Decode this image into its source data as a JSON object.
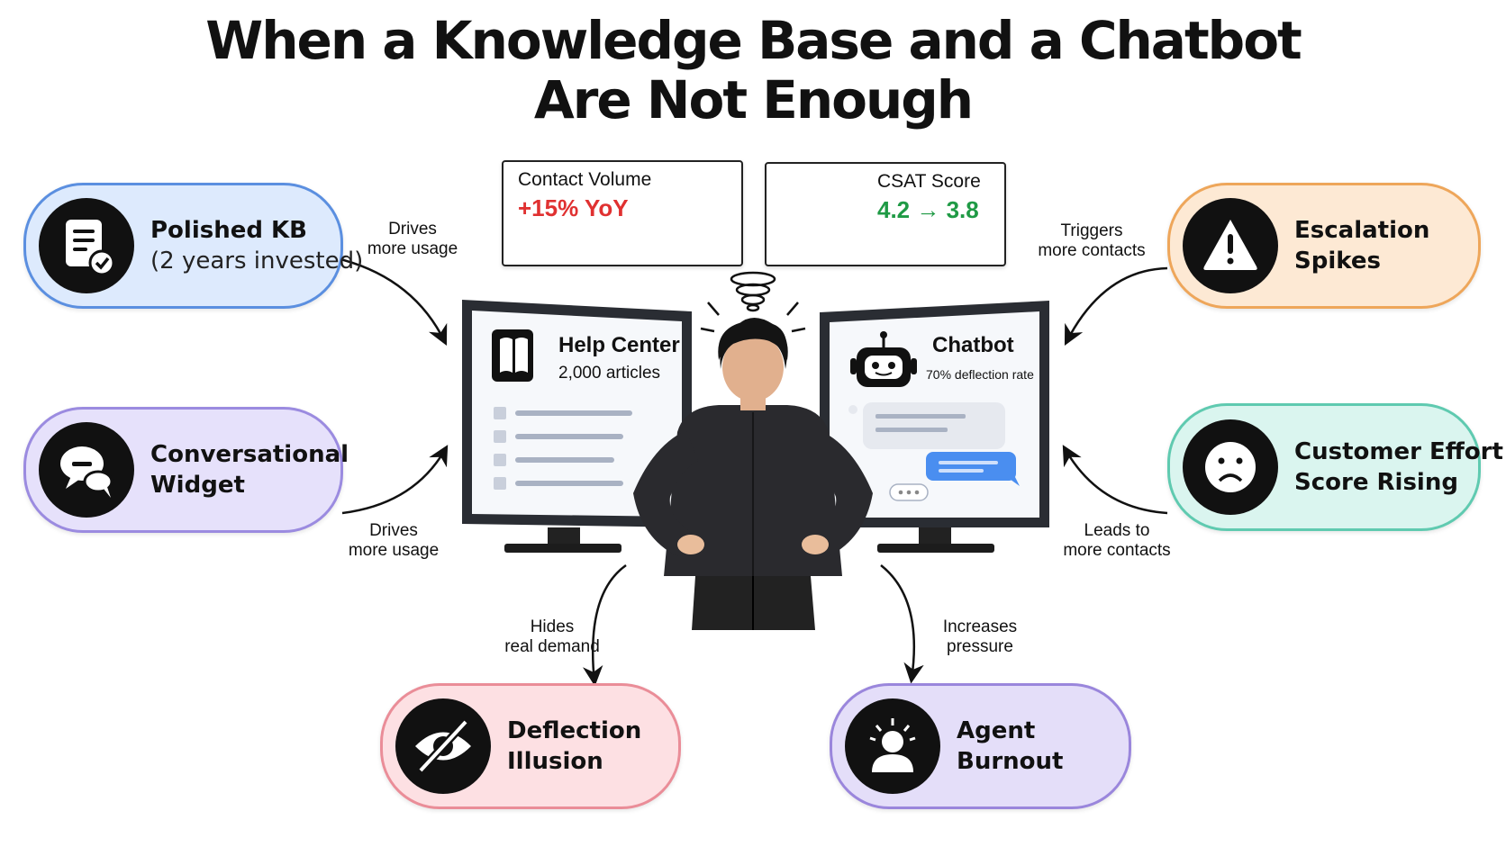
{
  "title": {
    "line1": "When a Knowledge Base and a Chatbot",
    "line2": "Are Not Enough"
  },
  "metrics": {
    "contact_volume": {
      "label": "Contact Volume",
      "value": "+15% YoY",
      "color": "#e03131"
    },
    "csat": {
      "label": "CSAT Score",
      "value": "4.2 → 3.8",
      "color": "#1f9a45"
    }
  },
  "monitors": {
    "help_center": {
      "title": "Help Center",
      "subtitle": "2,000 articles",
      "icon": "book-icon"
    },
    "chatbot": {
      "title": "Chatbot",
      "subtitle": "70% deflection rate",
      "icon": "robot-icon"
    }
  },
  "nodes": {
    "polished_kb": {
      "line1": "Polished KB",
      "line2": "(2 years invested)",
      "icon": "document-check-icon",
      "bg": "#ddeafd",
      "border": "#5b8fe0"
    },
    "widget": {
      "line1": "Conversational",
      "line2": "Widget",
      "icon": "chat-bubbles-icon",
      "bg": "#e6e1fb",
      "border": "#9b8be0"
    },
    "escalation": {
      "line1": "Escalation",
      "line2": "Spikes",
      "icon": "warning-icon",
      "bg": "#fde9d4",
      "border": "#eea65a"
    },
    "ces": {
      "line1": "Customer Effort",
      "line2": "Score Rising",
      "icon": "sad-face-icon",
      "bg": "#daf5ef",
      "border": "#5fcab0"
    },
    "deflection": {
      "line1": "Deflection",
      "line2": "Illusion",
      "icon": "eye-slash-icon",
      "bg": "#fde0e3",
      "border": "#ea8d98"
    },
    "burnout": {
      "line1": "Agent",
      "line2": "Burnout",
      "icon": "stressed-person-icon",
      "bg": "#e4def9",
      "border": "#9a86dc"
    }
  },
  "edges": {
    "kb_label": {
      "line1": "Drives",
      "line2": "more usage"
    },
    "widget_label": {
      "line1": "Drives",
      "line2": "more usage"
    },
    "escalation_label": {
      "line1": "Triggers",
      "line2": "more contacts"
    },
    "ces_label": {
      "line1": "Leads to",
      "line2": "more contacts"
    },
    "deflection_label": {
      "line1": "Hides",
      "line2": "real demand"
    },
    "burnout_label": {
      "line1": "Increases",
      "line2": "pressure"
    }
  }
}
